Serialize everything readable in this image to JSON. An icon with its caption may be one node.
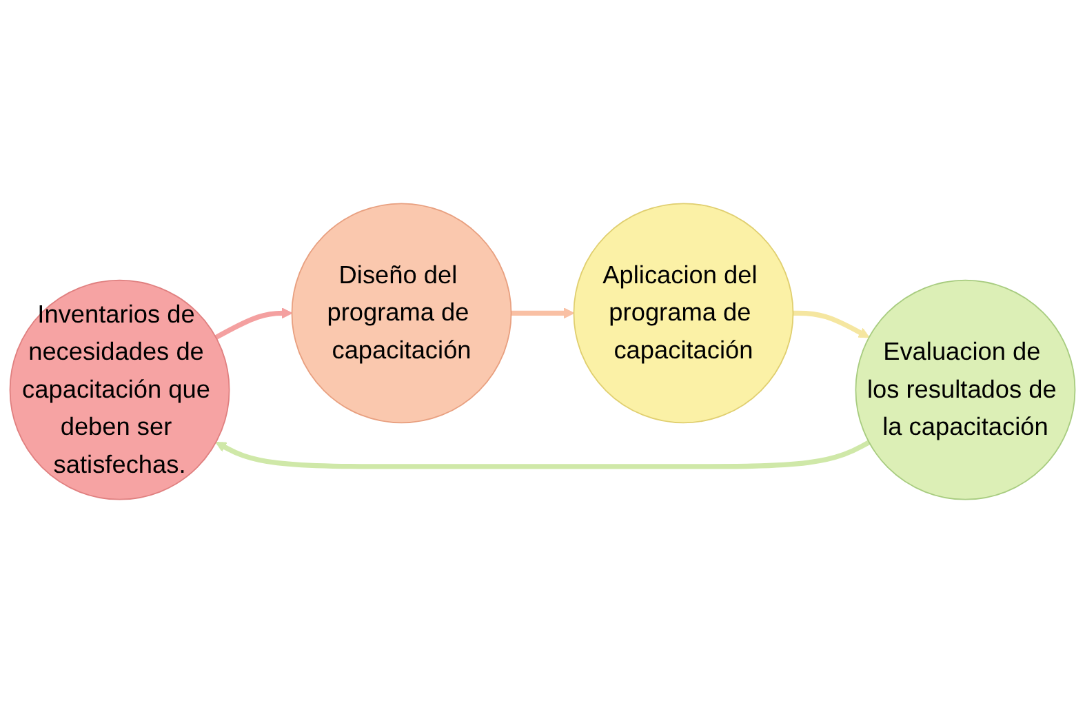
{
  "diagram": {
    "nodes": [
      {
        "text": [
          "Inventarios de necesidades de capacitación que deben ser satisfechas."
        ]
      },
      {
        "text": [
          "Diseño del programa de capacitación"
        ]
      },
      {
        "text": [
          "Aplicacion del programa de capacitación"
        ]
      },
      {
        "text": [
          "Evaluacion de los resultados de la capacitación"
        ]
      }
    ],
    "edges": [
      {
        "from": 0,
        "to": 1,
        "arrow": "to",
        "color": "#f4a0a0"
      },
      {
        "from": 1,
        "to": 2,
        "arrow": "to",
        "color": "#f9c0a4"
      },
      {
        "from": 2,
        "to": 3,
        "arrow": "to",
        "color": "#f5e6a0"
      },
      {
        "from": 3,
        "to": 0,
        "arrow": "to",
        "color": "#cfe8a8"
      }
    ]
  }
}
